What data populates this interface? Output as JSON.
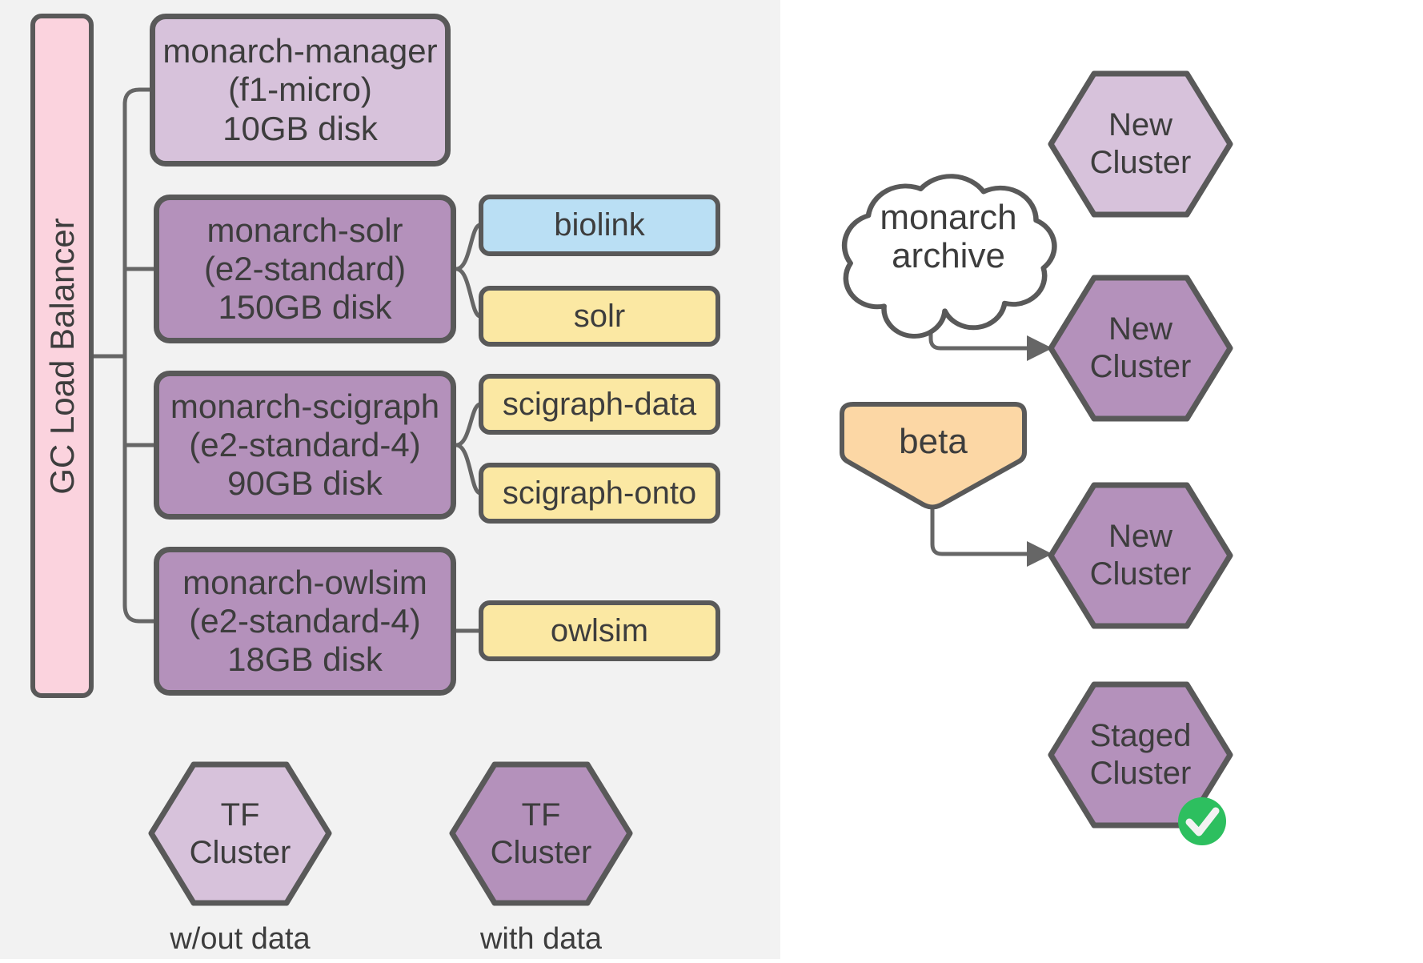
{
  "palette": {
    "background_left": "#f2f2f2",
    "background_right": "#ffffff",
    "pink": "#fbd3de",
    "purple_light": "#d7c2db",
    "purple_dark": "#b491bb",
    "blue": "#badff4",
    "yellow": "#fbe8a3",
    "orange": "#fcd7a5",
    "green": "#2dbf5f",
    "shape_border": "#595959",
    "connector": "#666666",
    "text": "#3d3d3d"
  },
  "load_balancer": {
    "label": "GC Load Balancer"
  },
  "servers": [
    {
      "name": "monarch-manager",
      "machine": "(f1-micro)",
      "disk": "10GB disk"
    },
    {
      "name": "monarch-solr",
      "machine": "(e2-standard)",
      "disk": "150GB disk"
    },
    {
      "name": "monarch-scigraph",
      "machine": "(e2-standard-4)",
      "disk": "90GB disk"
    },
    {
      "name": "monarch-owlsim",
      "machine": "(e2-standard-4)",
      "disk": "18GB disk"
    }
  ],
  "services": [
    {
      "label": "biolink"
    },
    {
      "label": "solr"
    },
    {
      "label": "scigraph-data"
    },
    {
      "label": "scigraph-onto"
    },
    {
      "label": "owlsim"
    }
  ],
  "tf_clusters": [
    {
      "line1": "TF",
      "line2": "Cluster",
      "caption": "w/out data"
    },
    {
      "line1": "TF",
      "line2": "Cluster",
      "caption": "with data"
    }
  ],
  "deploy": {
    "cloud": {
      "line1": "monarch",
      "line2": "archive"
    },
    "beta_label": "beta",
    "clusters": [
      {
        "line1": "New",
        "line2": "Cluster"
      },
      {
        "line1": "New",
        "line2": "Cluster"
      },
      {
        "line1": "New",
        "line2": "Cluster"
      },
      {
        "line1": "Staged",
        "line2": "Cluster"
      }
    ],
    "staged_badge_icon": "check-icon"
  }
}
